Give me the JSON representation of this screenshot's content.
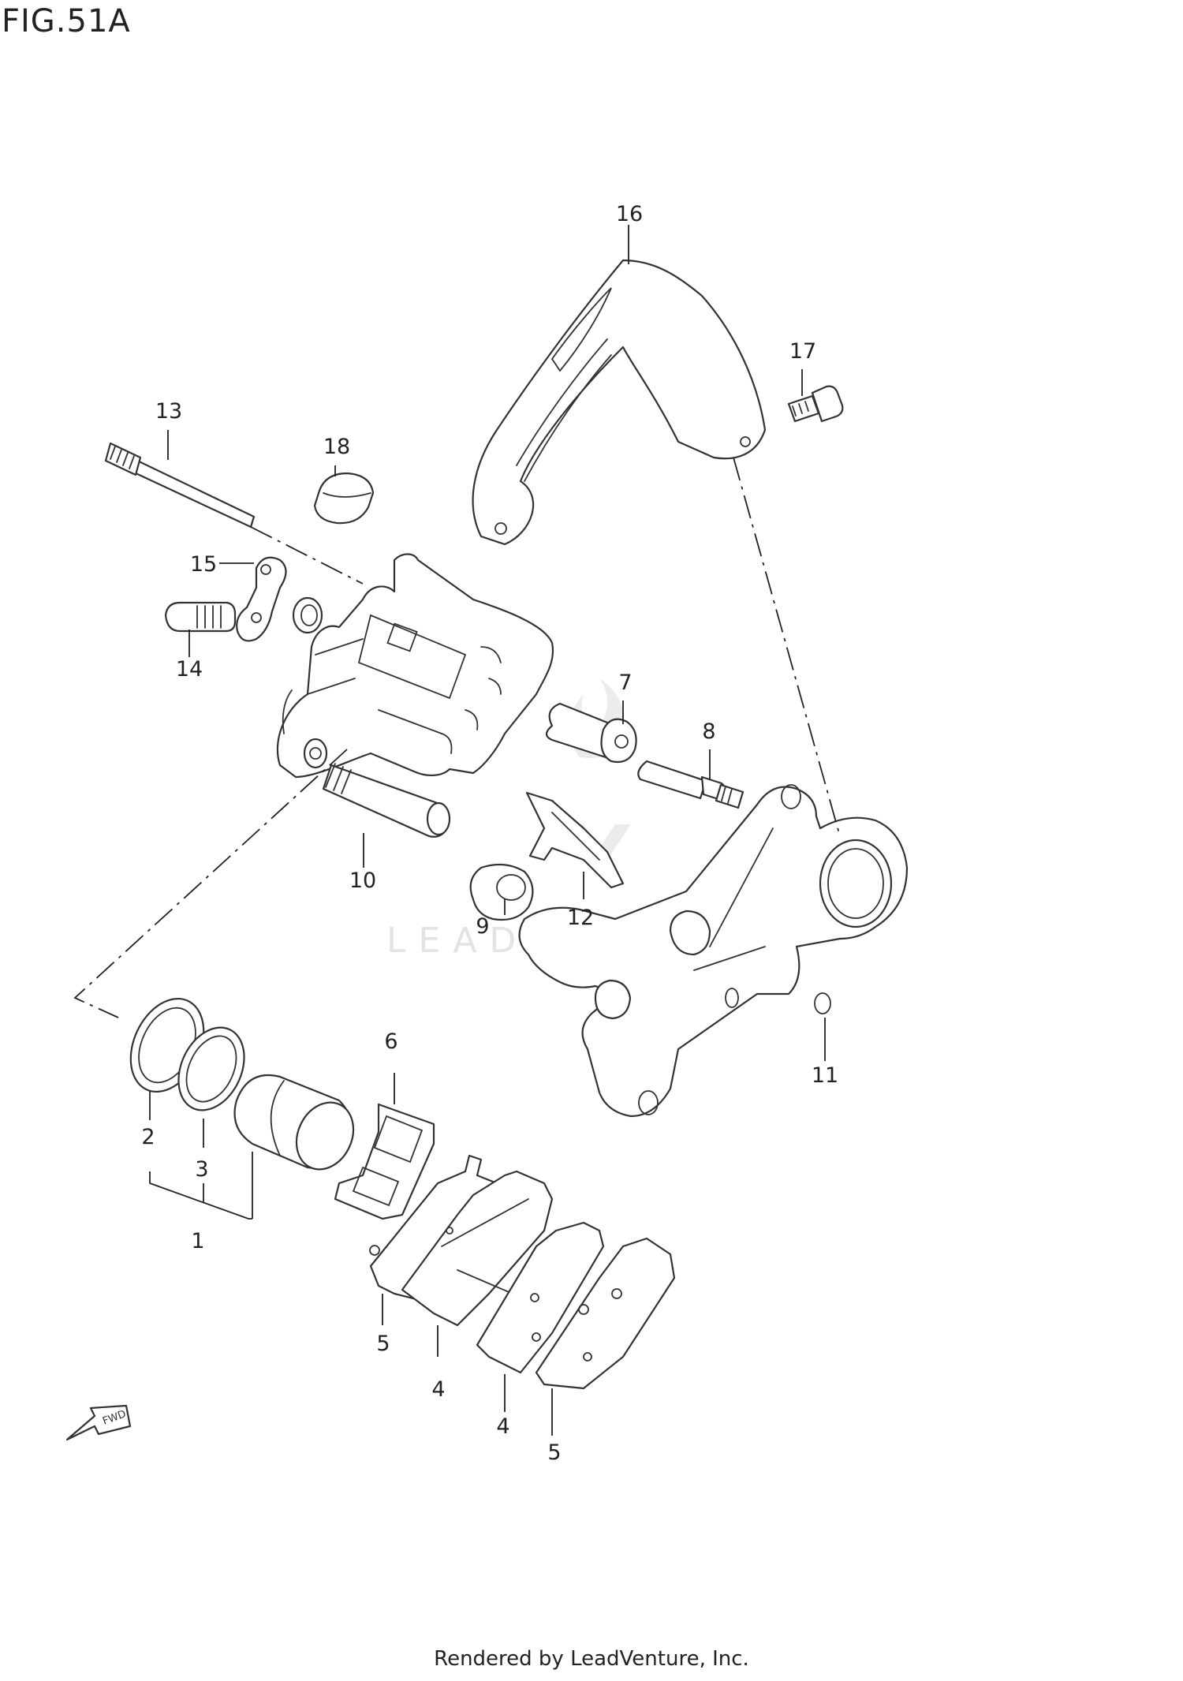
{
  "figure": {
    "title": "FIG.51A"
  },
  "watermark": {
    "text": "LEADVENTURE"
  },
  "direction_arrow": {
    "label": "FWD",
    "icon": "forward-arrow-icon"
  },
  "callouts": {
    "c1": "1",
    "c2": "2",
    "c3": "3",
    "c4a": "4",
    "c4b": "4",
    "c5a": "5",
    "c5b": "5",
    "c6": "6",
    "c7": "7",
    "c8": "8",
    "c9": "9",
    "c10": "10",
    "c11": "11",
    "c12": "12",
    "c13": "13",
    "c14": "14",
    "c15": "15",
    "c16": "16",
    "c17": "17",
    "c18": "18"
  },
  "footer": {
    "text": "Rendered by LeadVenture, Inc."
  },
  "colors": {
    "line": "#333333",
    "background": "#ffffff",
    "watermark": "#e3e3e3"
  }
}
